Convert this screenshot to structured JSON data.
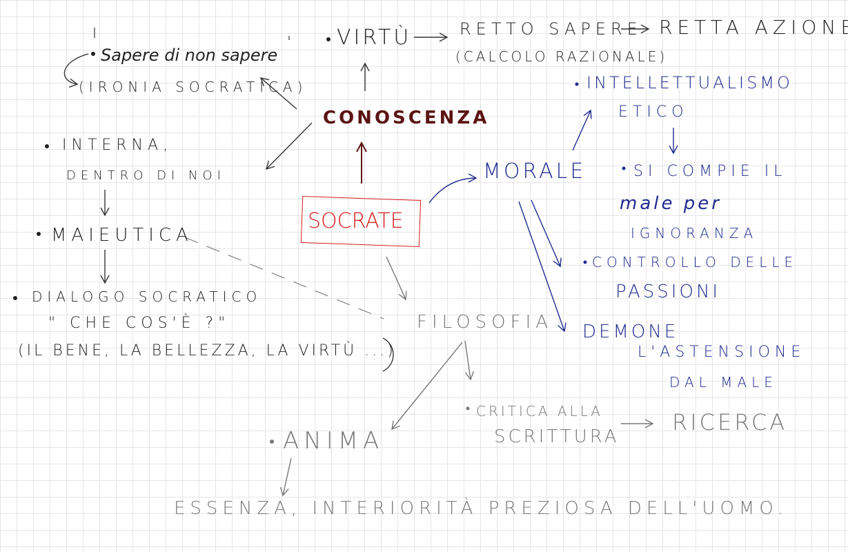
{
  "colors": {
    "ink_dark": "#222222",
    "ink_gray": "#777777",
    "ink_blue": "#1f2a8f",
    "ink_red": "#d61d1d",
    "ink_maroon": "#5b1313",
    "grid": "#e6e6e6"
  },
  "nodes": {
    "socrate": "SOCRATE",
    "conoscenza": "CONOSCENZA",
    "virtu": "VIRTÙ",
    "retto_sapere": "RETTO SAPERE",
    "retta_azione": "RETTA AZIONE",
    "calcolo_razionale": "(CALCOLO RAZIONALE)",
    "sapere_di_non_sapere": "Sapere di non sapere",
    "ironia_socratica": "(IRONIA SOCRATICA)",
    "interna_1": "INTERNA,",
    "interna_2": "DENTRO DI NOI",
    "maieutica": "MAIEUTICA",
    "dialogo_1": "DIALOGO SOCRATICO",
    "dialogo_2": "\" CHE COS'È ?\"",
    "dialogo_3": "(IL BENE, LA BELLEZZA, LA VIRTÙ ...)",
    "morale": "MORALE",
    "intellettualismo_1": "INTELLETTUALISMO",
    "intellettualismo_2": "ETICO",
    "male_1": "SI COMPIE IL",
    "male_2": "male per",
    "male_3": "IGNORANZA",
    "controllo_1": "CONTROLLO DELLE",
    "controllo_2": "PASSIONI",
    "demone": "DEMONE",
    "astensione_1": "L'ASTENSIONE",
    "astensione_2": "DAL MALE",
    "filosofia": "FILOSOFIA",
    "critica_1": "CRITICA ALLA",
    "critica_2": "SCRITTURA",
    "ricerca": "RICERCA",
    "anima": "ANIMA",
    "essenza": "ESSENZA, INTERIORITÀ PREZIOSA DELL'UOMO."
  }
}
